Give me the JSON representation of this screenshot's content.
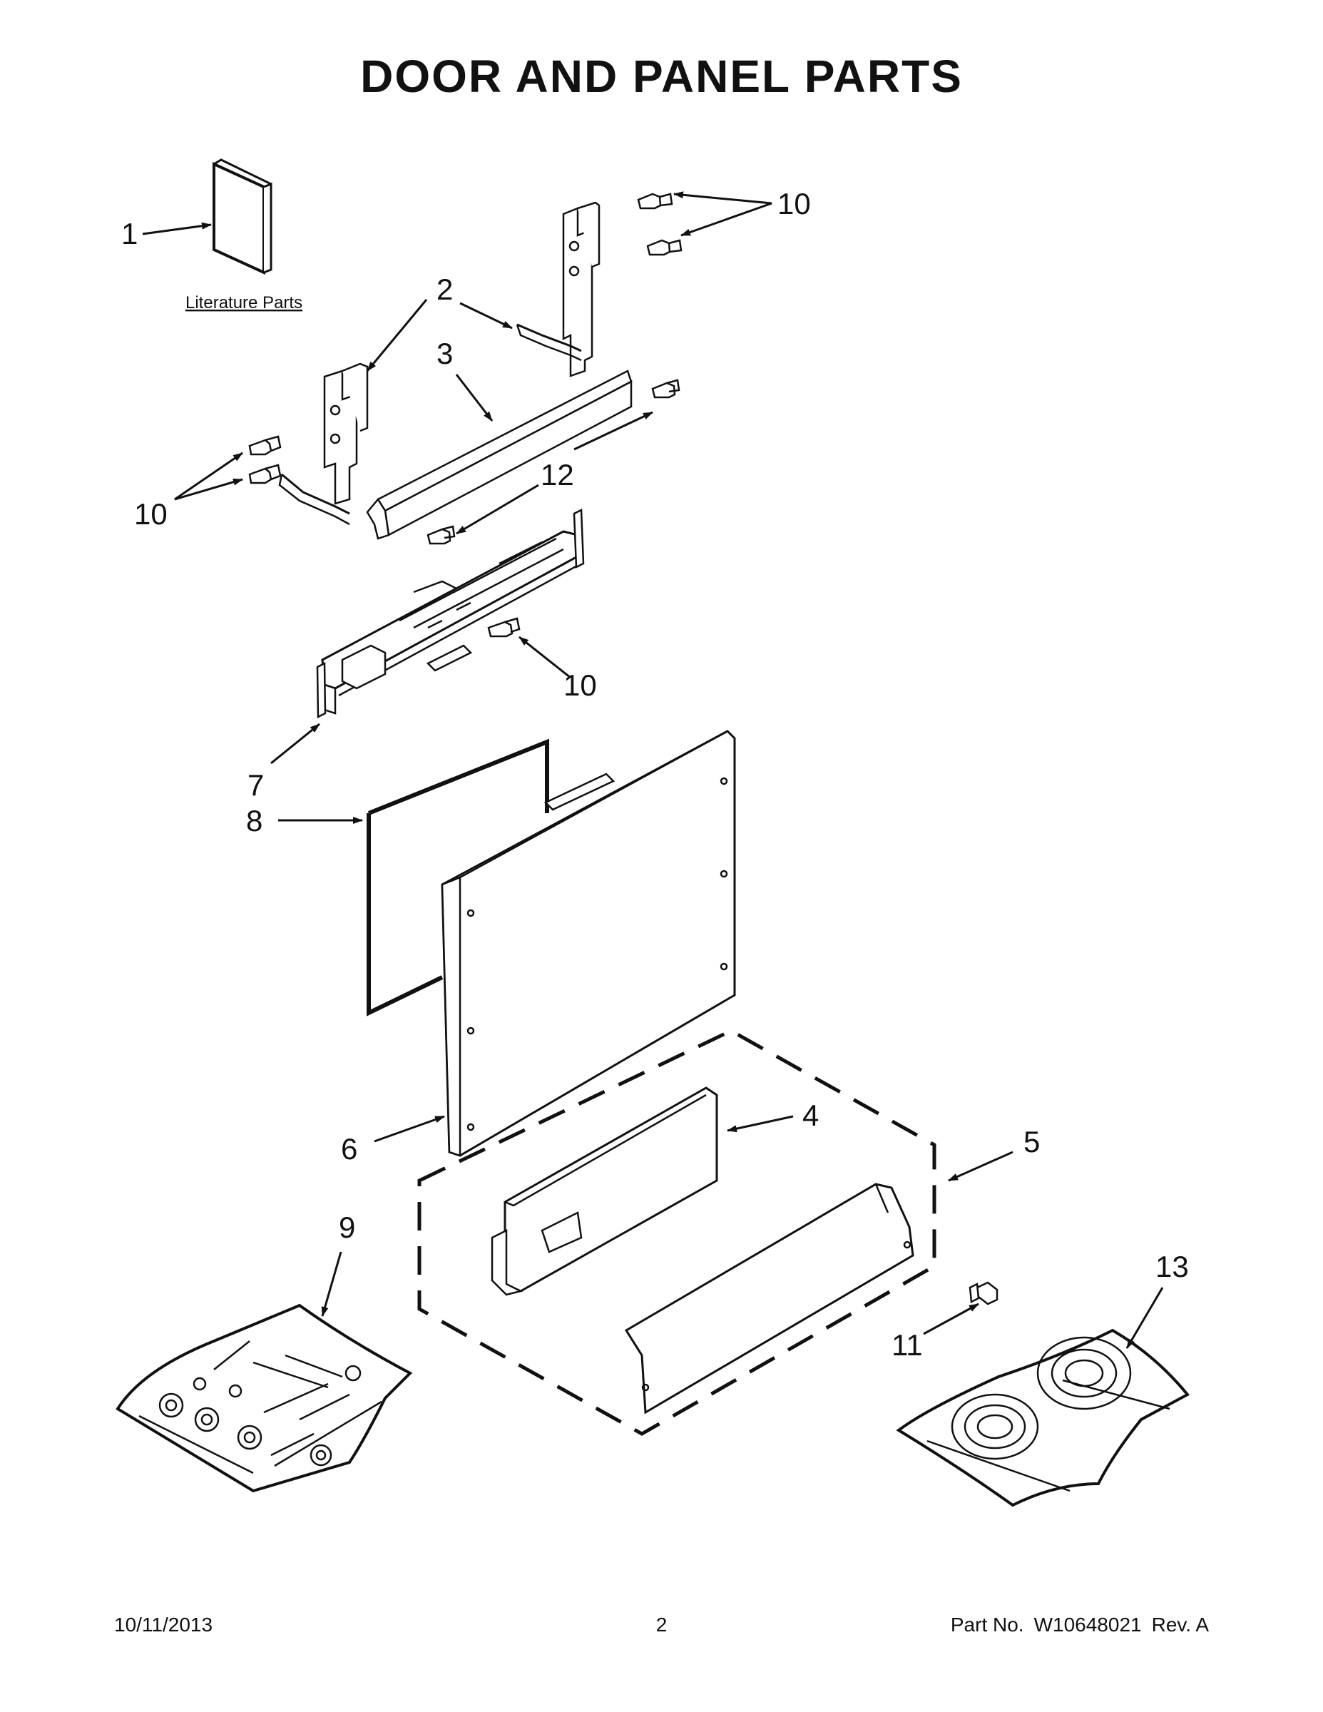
{
  "title": "DOOR AND PANEL PARTS",
  "literature_label": "Literature Parts",
  "callouts": {
    "c1": "1",
    "c2": "2",
    "c3": "3",
    "c4": "4",
    "c5": "5",
    "c6": "6",
    "c7": "7",
    "c8": "8",
    "c9": "9",
    "c10a": "10",
    "c10b": "10",
    "c10c": "10",
    "c11": "11",
    "c12": "12",
    "c13": "13"
  },
  "footer": {
    "date": "10/11/2013",
    "page": "2",
    "part_prefix": "Part No.",
    "part_number": "W10648021",
    "revision": "Rev. A"
  },
  "colors": {
    "ink": "#111111",
    "background": "#ffffff"
  }
}
